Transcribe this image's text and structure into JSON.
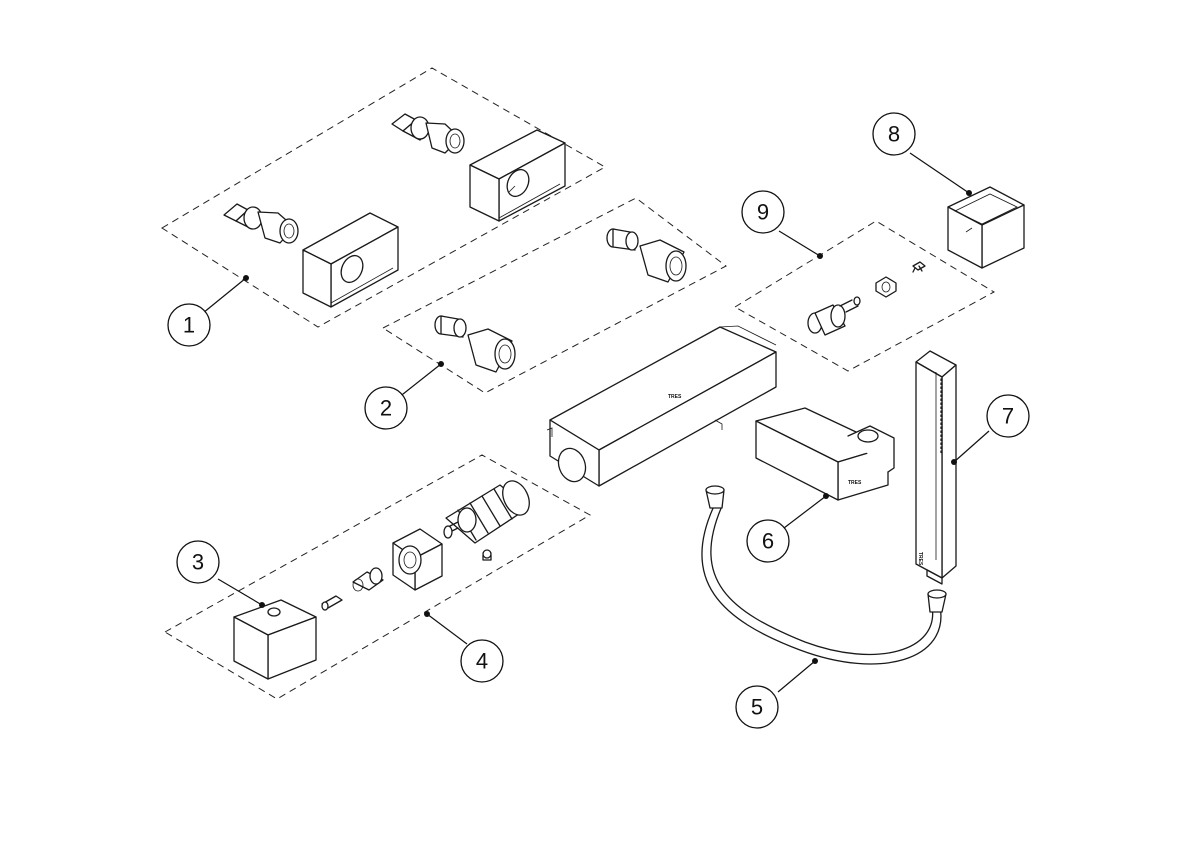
{
  "diagram": {
    "callouts": [
      {
        "id": "1",
        "label": "1"
      },
      {
        "id": "2",
        "label": "2"
      },
      {
        "id": "3",
        "label": "3"
      },
      {
        "id": "4",
        "label": "4"
      },
      {
        "id": "5",
        "label": "5"
      },
      {
        "id": "6",
        "label": "6"
      },
      {
        "id": "7",
        "label": "7"
      },
      {
        "id": "8",
        "label": "8"
      },
      {
        "id": "9",
        "label": "9"
      }
    ],
    "brand_marks": [
      "TRES",
      "TRES",
      "TRES"
    ]
  }
}
